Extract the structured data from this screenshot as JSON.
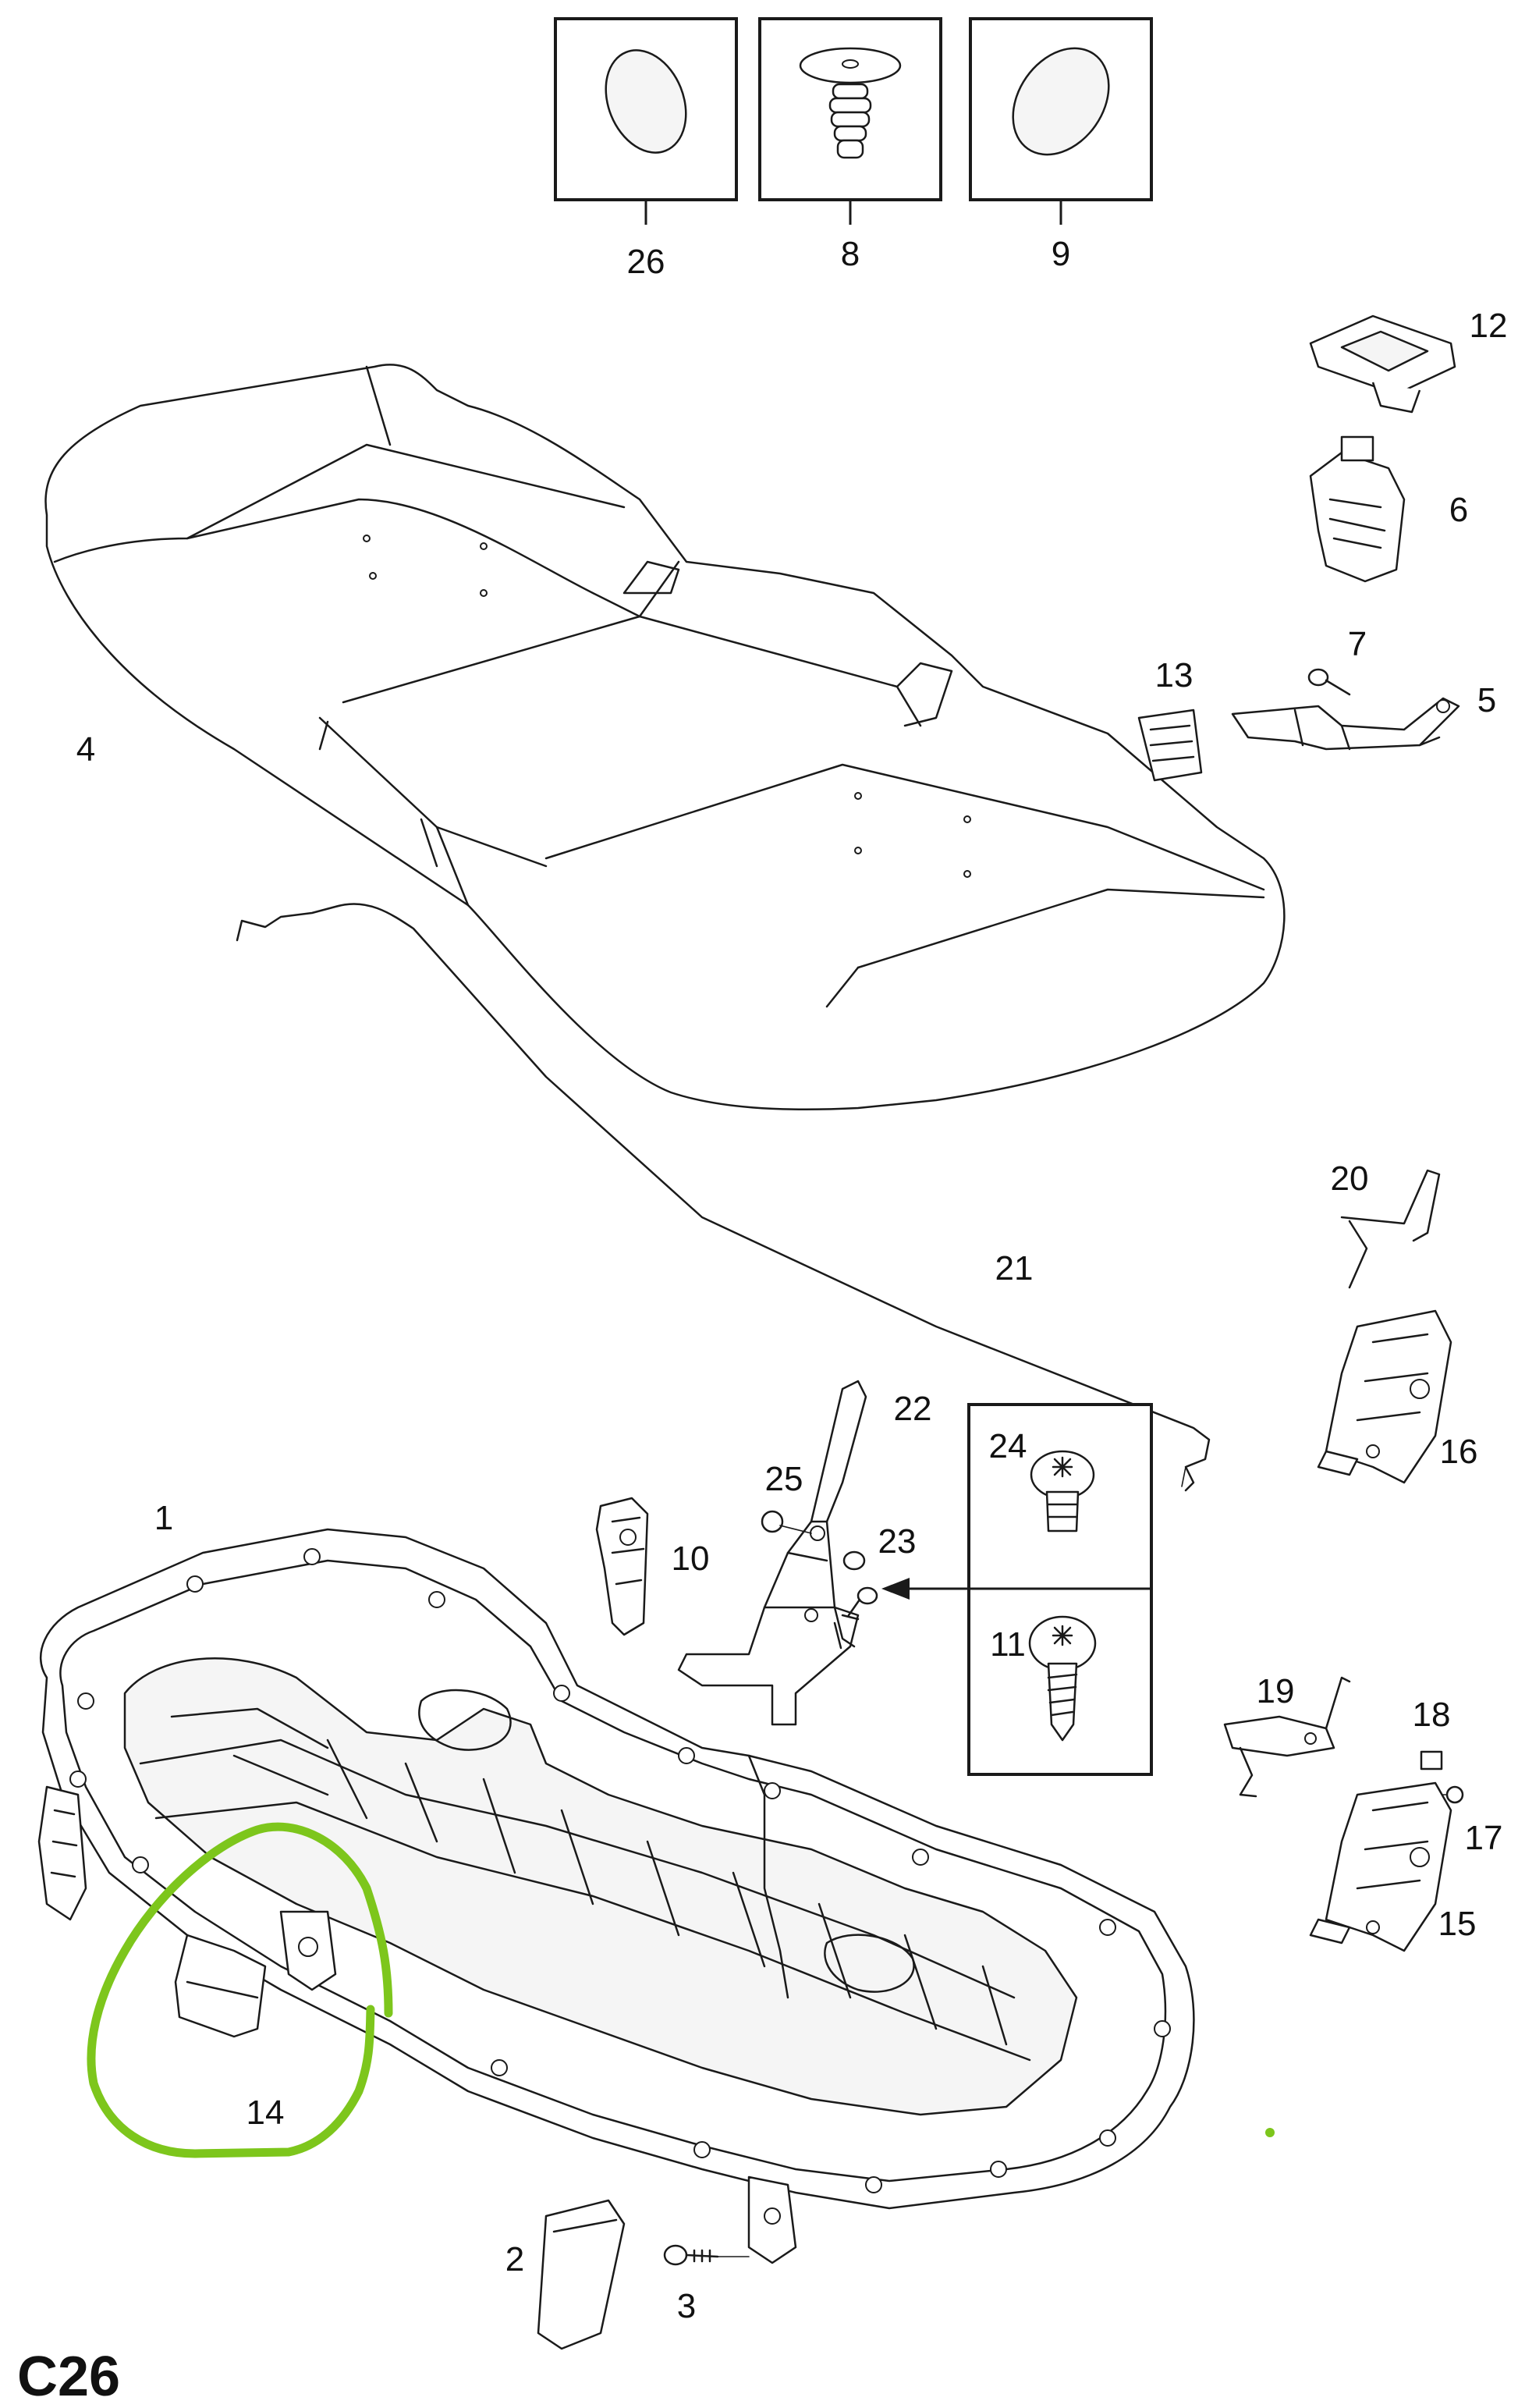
{
  "figure_code": "C26",
  "callouts": {
    "c1": "1",
    "c2": "2",
    "c3": "3",
    "c4": "4",
    "c5": "5",
    "c6": "6",
    "c7": "7",
    "c8": "8",
    "c9": "9",
    "c10": "10",
    "c11": "11",
    "c12": "12",
    "c13": "13",
    "c14": "14",
    "c15": "15",
    "c16": "16",
    "c17": "17",
    "c18": "18",
    "c19": "19",
    "c20": "20",
    "c21": "21",
    "c22": "22",
    "c23": "23",
    "c24": "24",
    "c25": "25",
    "c26": "26"
  },
  "colors": {
    "ink": "#1a1a1a",
    "highlight": "#7dc61c",
    "paper": "#ffffff"
  },
  "annotations": {
    "highlight_shape": "hand-drawn-circle",
    "highlighted_part": "14"
  }
}
